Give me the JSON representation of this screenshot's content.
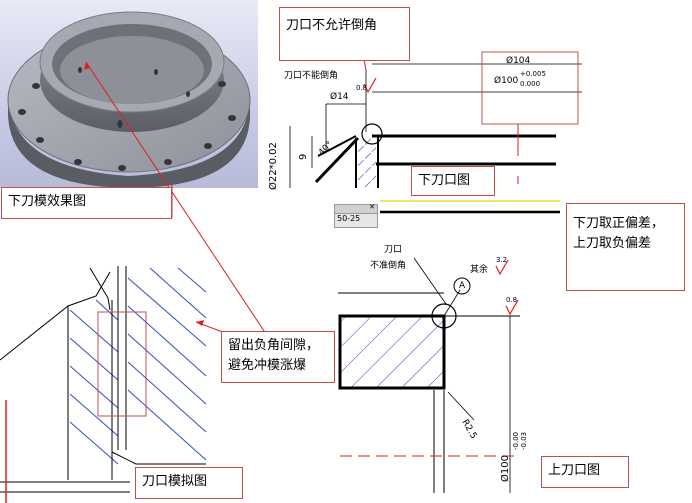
{
  "callouts": {
    "no_chamfer_allowed": "刀口不允许倒角",
    "lower_die_effect": "下刀模效果图",
    "lower_edge_view": "下刀口图",
    "tolerance_note": [
      "下刀取正偏差，",
      "上刀取负偏差"
    ],
    "clearance_note": [
      "留出负角间隙，",
      "避免冲模涨爆"
    ],
    "upper_edge_view": "上刀口图",
    "die_simulation": "刀口模拟图"
  },
  "upper_drawing": {
    "edge_no_chamfer": "刀口不能倒角",
    "dim_phi104": "Ø104",
    "dim_phi100": "Ø100",
    "tol_upper": "+0.005",
    "tol_lower": "0.000",
    "dim_phi14": "Ø14",
    "roughness": "0.8",
    "dim_9": "9",
    "angle_40": "40°",
    "dim_phi22": "Ø22*0.02"
  },
  "lower_drawing": {
    "toolbar_text": "50-25",
    "edge_label": "刀口",
    "no_chamfer": "不准倒角",
    "rest_label": "其余",
    "rest_roughness": "3.2",
    "datum": "A",
    "roughness": "0.8",
    "radius": "R2.5",
    "dim_phi100": "Ø100",
    "tol_a": "-0.00",
    "tol_b": "-0.03"
  },
  "colors": {
    "callout_border": "#c0504d",
    "hatch": "#2f4fc0",
    "leader": "#e02020",
    "yellow_line": "#f5e36b"
  }
}
